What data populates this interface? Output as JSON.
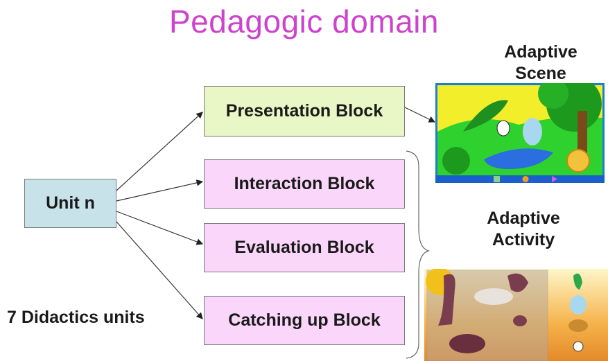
{
  "title": "Pedagogic domain",
  "unit": {
    "label": "Unit n"
  },
  "blocks": {
    "presentation": "Presentation Block",
    "interaction": "Interaction Block",
    "evaluation": "Evaluation Block",
    "catching_up": "Catching up Block"
  },
  "didactics_label": "7 Didactics units",
  "adaptive_scene": {
    "line1": "Adaptive",
    "line2": "Scene"
  },
  "adaptive_activity": {
    "line1": "Adaptive",
    "line2": "Activity"
  },
  "colors": {
    "title": "#cc44cc",
    "unit_fill": "#c7e2e8",
    "presentation_fill": "#e9f7c6",
    "activity_block_fill": "#fbd6fb"
  }
}
